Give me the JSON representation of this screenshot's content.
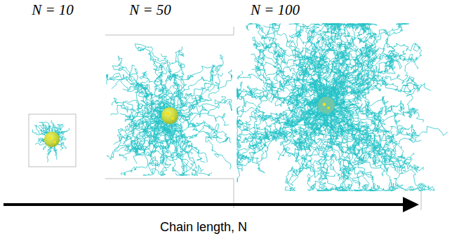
{
  "diagram": {
    "labels": [
      "N = 10",
      "N = 50",
      "N = 100",
      "Chain length, N"
    ]
  }
}
